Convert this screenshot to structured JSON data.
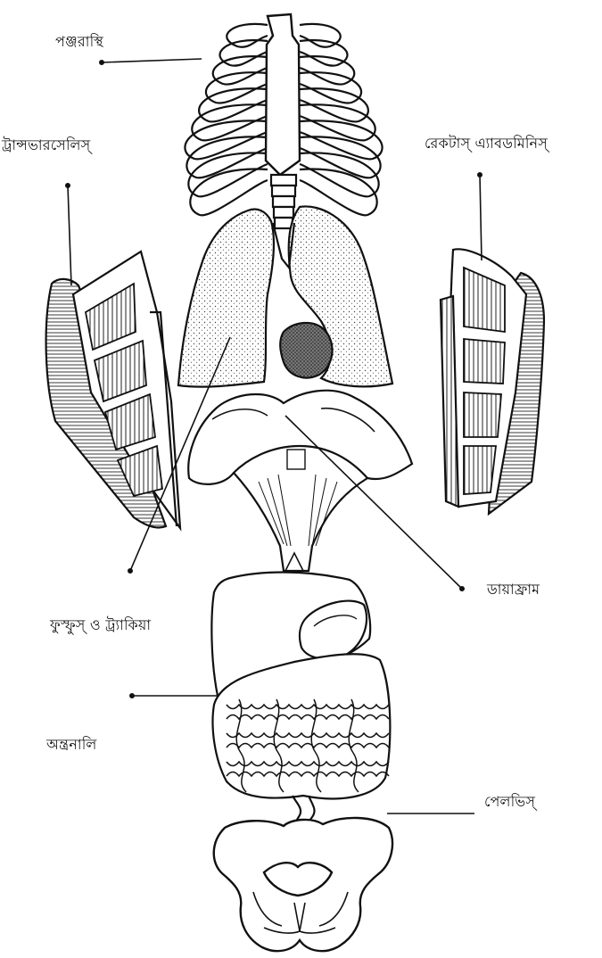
{
  "labels": {
    "ribcage": "পঞ্জরাস্থি",
    "transversalis": "ট্রান্সভারসেলিস্",
    "rectus_abdominis": "রেকটাস্ এ্যাবডমিনিস্",
    "diaphragm": "ডায়াফ্রাম",
    "lungs_trachea": "ফুস্ফুস্ ও ট্র্যাকিয়া",
    "intestine": "অন্ত্রনালি",
    "pelvis": "পেলভিস্"
  },
  "colors": {
    "ink": "#111111",
    "paper": "#ffffff",
    "stipple": "#555555"
  }
}
